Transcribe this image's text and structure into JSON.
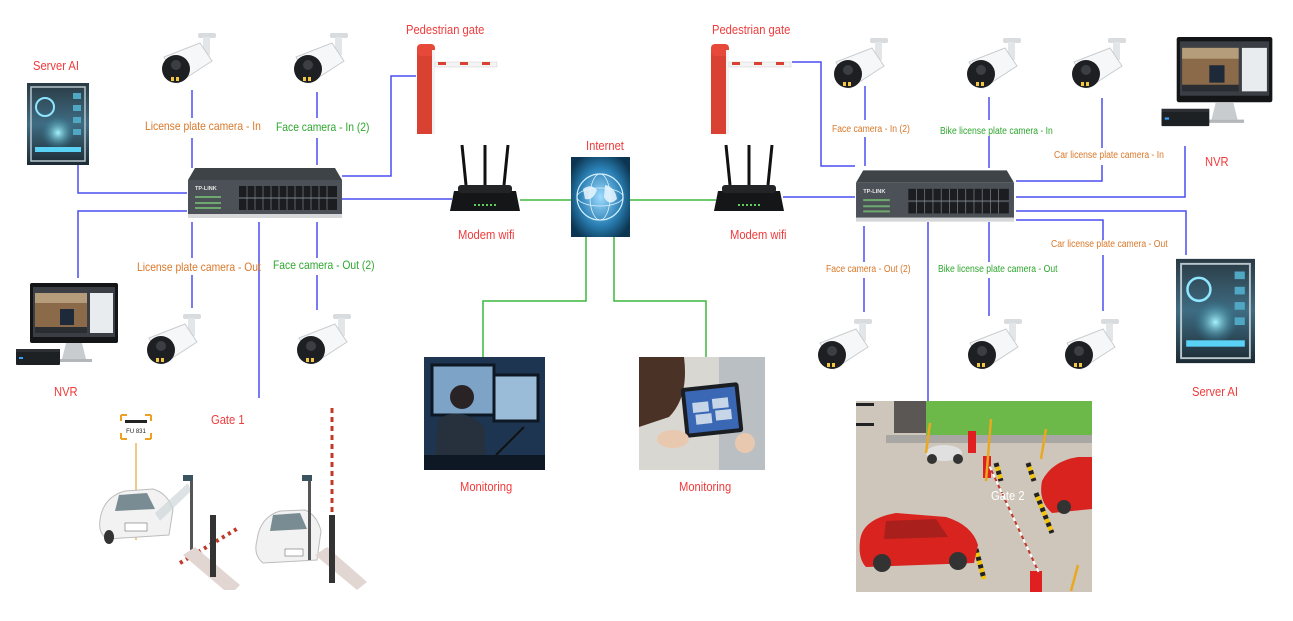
{
  "diagram": {
    "type": "network-topology",
    "title": "",
    "colors": {
      "lan_wire": "#4a4ff0",
      "internet_wire": "#3cb83c",
      "device_label": "#ef3b3b",
      "camera_label_orange": "#d9782a",
      "camera_label_green": "#2ea62e"
    },
    "center": {
      "internet": {
        "label": "Internet",
        "icon": "globe-icon"
      },
      "monitoring_left": {
        "label": "Monitoring",
        "icon": "security-operator-photo"
      },
      "monitoring_right": {
        "label": "Monitoring",
        "icon": "tablet-user-photo"
      }
    },
    "site_left": {
      "server": {
        "label": "Server AI",
        "icon": "server-icon"
      },
      "nvr": {
        "label": "NVR",
        "icon": "nvr-monitor-icon"
      },
      "switch": {
        "brand": "TP-LINK",
        "icon": "network-switch-icon"
      },
      "modem": {
        "label": "Modem wifi",
        "icon": "router-icon"
      },
      "pedestrian_gate": {
        "label": "Pedestrian gate",
        "icon": "barrier-gate-icon"
      },
      "gate": {
        "label": "Gate 1",
        "plate_text": "FU 831"
      },
      "cameras": [
        {
          "label": "License plate camera - In",
          "color": "orange"
        },
        {
          "label": "Face camera - In (2)",
          "color": "green"
        },
        {
          "label": "License plate camera - Out",
          "color": "orange"
        },
        {
          "label": "Face camera - Out (2)",
          "color": "green"
        }
      ]
    },
    "site_right": {
      "server": {
        "label": "Server AI",
        "icon": "server-icon"
      },
      "nvr": {
        "label": "NVR",
        "icon": "nvr-monitor-icon"
      },
      "switch": {
        "brand": "TP-LINK",
        "icon": "network-switch-icon"
      },
      "modem": {
        "label": "Modem wifi",
        "icon": "router-icon"
      },
      "pedestrian_gate": {
        "label": "Pedestrian gate",
        "icon": "barrier-gate-icon"
      },
      "gate": {
        "label": "Gate 2"
      },
      "cameras": [
        {
          "label": "Face camera - In (2)",
          "color": "orange"
        },
        {
          "label": "Bike license plate camera - In",
          "color": "green"
        },
        {
          "label": "Car license plate camera - In",
          "color": "orange"
        },
        {
          "label": "Face camera - Out (2)",
          "color": "orange"
        },
        {
          "label": "Bike license plate camera - Out",
          "color": "green"
        },
        {
          "label": "Car license plate camera - Out",
          "color": "orange"
        }
      ]
    }
  }
}
